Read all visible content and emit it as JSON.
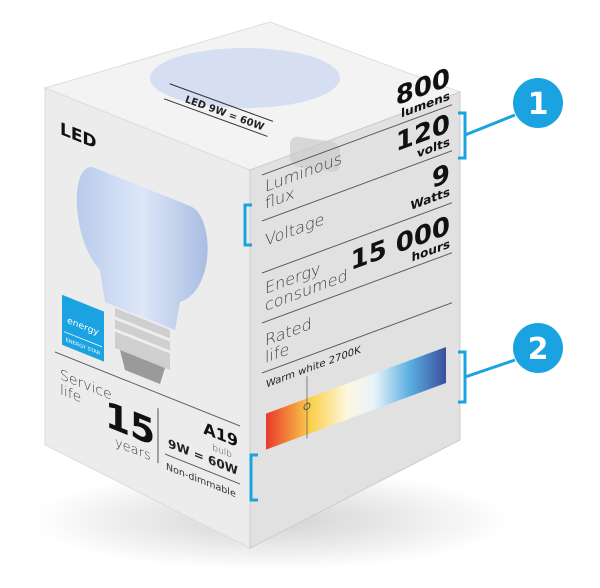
{
  "box": {
    "top_label": "LED 9W = 60W",
    "brand": "LED",
    "energy_star_script": "energy",
    "energy_star_text": "ENERGY STAR",
    "shape": "A19",
    "shape_unit": "bulb",
    "service_life_label_1": "Service",
    "service_life_label_2": "life",
    "service_life_value": "15",
    "service_life_unit": "years",
    "equivalence": "9W = 60W",
    "dimmable": "Non-dimmable"
  },
  "specs": [
    {
      "label_1": "Luminous",
      "label_2": "flux",
      "value": "800",
      "unit": "lumens"
    },
    {
      "label_1": "Voltage",
      "label_2": "",
      "value": "120",
      "unit": "volts"
    },
    {
      "label_1": "Energy",
      "label_2": "consumed",
      "value": "9",
      "unit": "Watts"
    },
    {
      "label_1": "Rated",
      "label_2": "life",
      "value": "15 000",
      "unit": "hours"
    }
  ],
  "color_temp": {
    "label": "Warm white 2700K",
    "kelvin": 2700
  },
  "callouts": [
    {
      "number": "1"
    },
    {
      "number": "2"
    }
  ],
  "colors": {
    "accent": "#1aa3e0",
    "warm": "#e8452a",
    "cool": "#3a4f9c"
  }
}
